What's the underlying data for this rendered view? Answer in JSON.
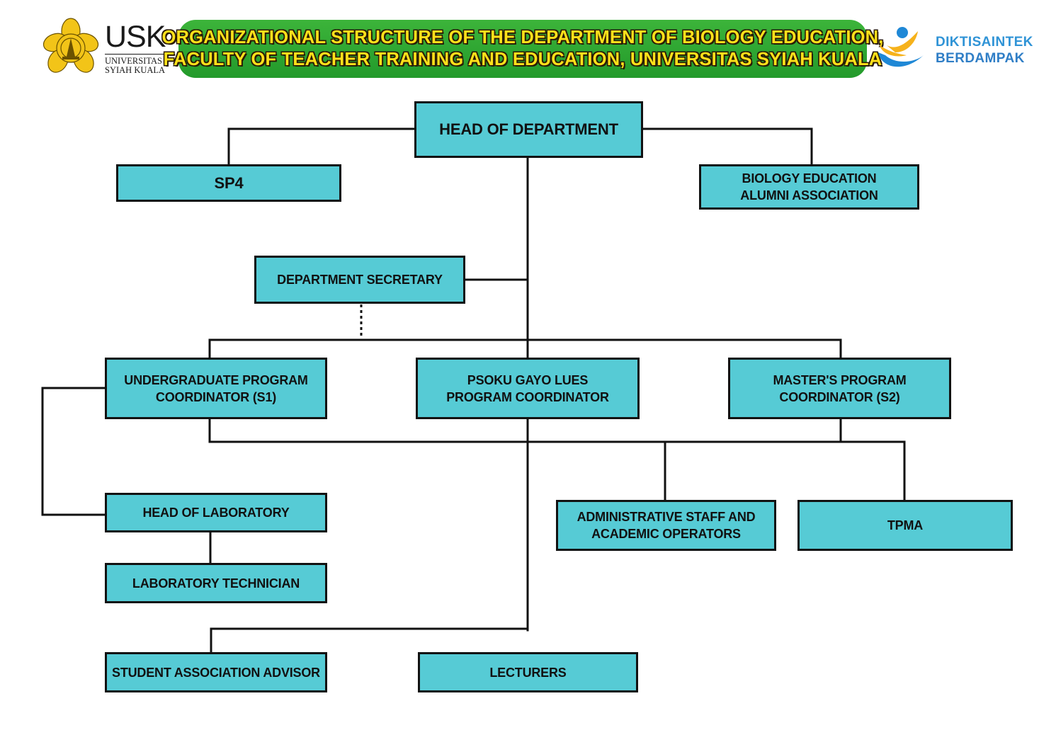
{
  "header": {
    "logo_left": {
      "abbr": "USK",
      "name_line1": "UNIVERSITAS",
      "name_line2": "SYIAH KUALA",
      "emblem_color": "#f2c418"
    },
    "title_line1": "ORGANIZATIONAL STRUCTURE OF THE DEPARTMENT OF BIOLOGY EDUCATION,",
    "title_line2": "FACULTY OF TEACHER TRAINING AND EDUCATION, UNIVERSITAS SYIAH KUALA",
    "logo_right": {
      "line1": "DIKTISAINTEK",
      "line2": "BERDAMPAK"
    }
  },
  "colors": {
    "box_fill": "#56cbd5",
    "box_border": "#121212",
    "banner_green": "#2aa82f",
    "banner_text": "#ffe11a"
  },
  "org_chart": {
    "head": "HEAD OF DEPARTMENT",
    "sp4": "SP4",
    "alumni": "BIOLOGY EDUCATION\nALUMNI ASSOCIATION",
    "secretary": "DEPARTMENT SECRETARY",
    "ug_coordinator": "UNDERGRADUATE PROGRAM\nCOORDINATOR (S1)",
    "psoku_coordinator": "PSOKU GAYO LUES\nPROGRAM COORDINATOR",
    "masters_coordinator": "MASTER'S PROGRAM\nCOORDINATOR (S2)",
    "head_lab": "HEAD OF LABORATORY",
    "lab_technician": "LABORATORY TECHNICIAN",
    "admin_staff": "ADMINISTRATIVE STAFF AND\nACADEMIC OPERATORS",
    "tpma": "TPMA",
    "student_advisor": "STUDENT ASSOCIATION ADVISOR",
    "lecturers": "LECTURERS"
  }
}
